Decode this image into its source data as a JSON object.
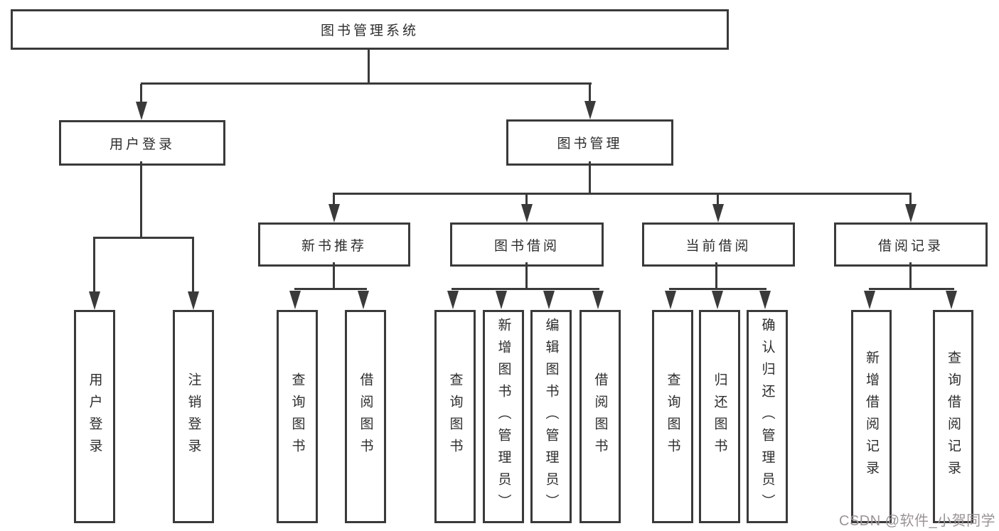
{
  "diagram": {
    "title": "图书管理系统",
    "root": {
      "label": "图书管理系统"
    },
    "level1": [
      {
        "id": "user_login",
        "label": "用户登录"
      },
      {
        "id": "book_management",
        "label": "图书管理"
      }
    ],
    "level2": [
      {
        "id": "new_book_recommend",
        "label": "新书推荐"
      },
      {
        "id": "book_borrow",
        "label": "图书借阅"
      },
      {
        "id": "current_borrow",
        "label": "当前借阅"
      },
      {
        "id": "borrow_records",
        "label": "借阅记录"
      }
    ],
    "leaves": {
      "user_login": [
        "用户登录",
        "注销登录"
      ],
      "new_book_recommend": [
        "查询图书",
        "借阅图书"
      ],
      "book_borrow": [
        "查询图书",
        "新增图书（管理员）",
        "编辑图书（管理员）",
        "借阅图书"
      ],
      "current_borrow": [
        "查询图书",
        "归还图书",
        "确认归还（管理员）"
      ],
      "borrow_records": [
        "新增借阅记录",
        "查询借阅记录"
      ]
    }
  },
  "watermark": {
    "text": "CSDN @软件_小贺同学",
    "color": "#9b9396"
  },
  "colors": {
    "line": "#3a3a3a",
    "text": "#2d2d2d",
    "background": "#ffffff"
  }
}
